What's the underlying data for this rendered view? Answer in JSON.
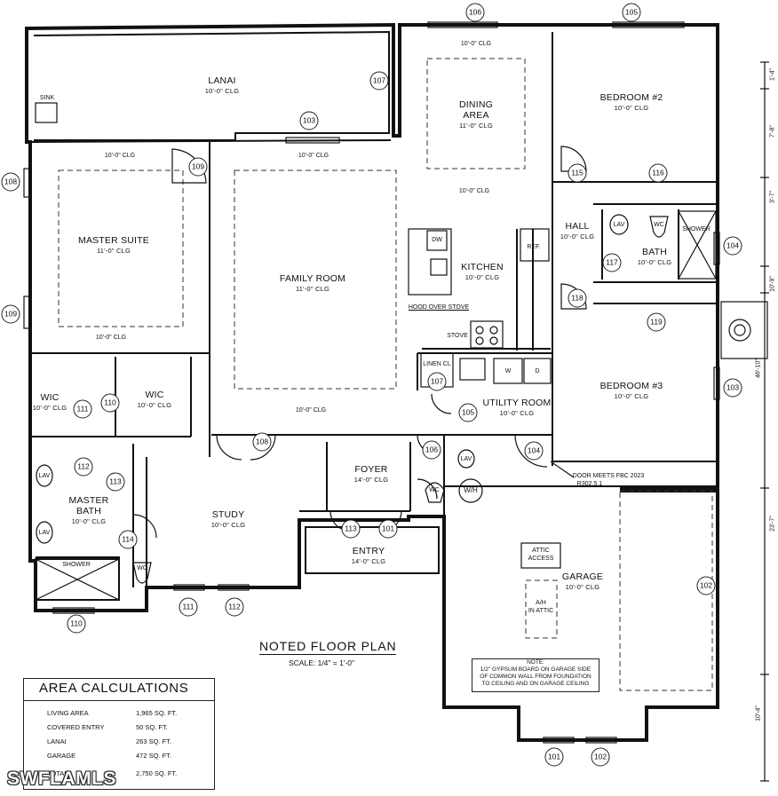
{
  "title": "NOTED FLOOR PLAN",
  "scale": "SCALE: 1/4\" = 1'-0\"",
  "rooms": {
    "lanai": {
      "name": "LANAI",
      "ceiling": "10'-0\" CLG"
    },
    "dining": {
      "name1": "DINING",
      "name2": "AREA",
      "ceiling": "11'-0\" CLG"
    },
    "bedroom2": {
      "name": "BEDROOM #2",
      "ceiling": "10'-0\" CLG"
    },
    "master_suite": {
      "name": "MASTER SUITE",
      "ceiling": "11'-0\" CLG"
    },
    "family": {
      "name": "FAMILY ROOM",
      "ceiling": "11'-0\" CLG"
    },
    "kitchen": {
      "name": "KITCHEN",
      "ceiling": "10'-0\" CLG"
    },
    "hall": {
      "name": "HALL",
      "ceiling": "10'-0\" CLG"
    },
    "bath": {
      "name": "BATH",
      "ceiling": "10'-0\" CLG"
    },
    "bedroom3": {
      "name": "BEDROOM #3",
      "ceiling": "10'-0\" CLG"
    },
    "wic1": {
      "name": "WIC",
      "ceiling": "10'-0\" CLG"
    },
    "wic2": {
      "name": "WIC",
      "ceiling": "10'-0\" CLG"
    },
    "utility": {
      "name": "UTILITY ROOM",
      "ceiling": "10'-0\" CLG"
    },
    "foyer": {
      "name": "FOYER",
      "ceiling": "14'-0\" CLG"
    },
    "master_bath": {
      "name1": "MASTER",
      "name2": "BATH",
      "ceiling": "10'-0\" CLG"
    },
    "study": {
      "name": "STUDY",
      "ceiling": "10'-0\" CLG"
    },
    "entry": {
      "name": "ENTRY",
      "ceiling": "14'-0\" CLG"
    },
    "garage": {
      "name": "GARAGE",
      "ceiling": "10'-0\" CLG"
    }
  },
  "fixtures": {
    "sink": "SINK",
    "ref": "REF.",
    "hood": "HOOD OVER STOVE",
    "stove": "STOVE",
    "linen": "LINEN CL",
    "w": "W",
    "d": "D",
    "dw": "DW",
    "lav": "LAV",
    "wc": "WC",
    "shower": "SHOWER",
    "wh": "W/H",
    "attic1": "ATTIC",
    "attic2": "ACCESS",
    "ah1": "A/H",
    "ah2": "IN ATTIC"
  },
  "ceiling_notes": {
    "lanai_wall": "10'-0\" CLG",
    "dining_top": "10'-0\" CLG",
    "family_top": "10'-0\" CLG",
    "master_top": "10'-0\" CLG",
    "master_bottom": "10'-0\" CLG",
    "kitchen_mid": "10'-0\" CLG",
    "family_bottom": "10'-0\" CLG"
  },
  "door_note": {
    "line1": "DOOR MEETS FBC 2023",
    "line2": "R302.5.1"
  },
  "garage_note": {
    "line1": "NOTE:",
    "line2": "1/2\" GYPSUM BOARD ON GARAGE SIDE",
    "line3": "OF COMMON WALL FROM FOUNDATION",
    "line4": "TO CEILING AND ON GARAGE CEILING"
  },
  "dimensions": [
    "1'-4\"",
    "7'-8\"",
    "3'-7\"",
    "10'-9\"",
    "46'-10\"",
    "23'-7\"",
    "10'-4\""
  ],
  "tags": {
    "t106_top": "106",
    "t105_top": "105",
    "t107_lanai": "107",
    "t103_lanai": "103",
    "t109_master": "109",
    "t108_left": "108",
    "t109_left": "109",
    "t115": "115",
    "t116": "116",
    "t104_right": "104",
    "t117": "117",
    "t118": "118",
    "t119": "119",
    "t103_right": "103",
    "t111": "111",
    "t110_wic": "110",
    "t107_util": "107",
    "t105_util": "105",
    "t108_study": "108",
    "t106_util": "106",
    "t104_garage": "104",
    "t112_bath": "112",
    "t113_bath": "113",
    "t114": "114",
    "t113_entry": "113",
    "t101_entry": "101",
    "t111_bottom": "111",
    "t112_bottom": "112",
    "t110_bottom": "110",
    "t102_garage": "102",
    "t101_bottom": "101",
    "t102_bottom": "102"
  },
  "area_calculations": {
    "heading": "AREA CALCULATIONS",
    "rows": [
      {
        "label": "LIVING AREA",
        "value": "1,965 SQ. FT."
      },
      {
        "label": "COVERED ENTRY",
        "value": "50 SQ. FT."
      },
      {
        "label": "LANAI",
        "value": "263 SQ. FT."
      },
      {
        "label": "GARAGE",
        "value": "472 SQ. FT."
      },
      {
        "label": "TOTAL",
        "value": "2,750 SQ. FT."
      }
    ]
  },
  "watermark": "SWFLAMLS"
}
